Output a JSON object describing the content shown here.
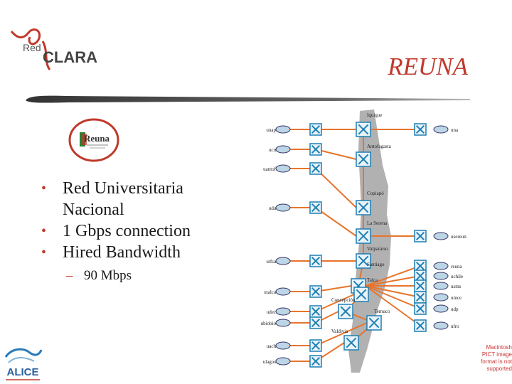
{
  "header": {
    "logo_text": "Red CLARA",
    "title": "REUNA"
  },
  "reuna_logo": {
    "text": "Reuna"
  },
  "bullets": [
    {
      "text": "Red Universitaria"
    },
    {
      "text": "Nacional"
    },
    {
      "text": "1 Gbps connection"
    },
    {
      "text": "Hired Bandwidth"
    }
  ],
  "sub_bullets": [
    {
      "text": "90 Mbps"
    }
  ],
  "network_map": {
    "city_labels": [
      "Iquique",
      "Antofagasta",
      "Copiapó",
      "La Serena",
      "Valparaíso",
      "Santiago",
      "Talca",
      "Concepción",
      "Temuco",
      "Valdivia"
    ],
    "left_nodes": [
      "unap",
      "ucn",
      "uantof",
      "uda",
      "utfsa",
      "utalca",
      "udec",
      "ubiobio",
      "uach",
      "ulagos"
    ],
    "right_nodes": [
      "una",
      "usereun",
      "reuna",
      "uchile",
      "usms",
      "umce",
      "udp",
      "ufro"
    ]
  },
  "footer": {
    "alice_logo_text": "ALICE",
    "pict_note": "Macintosh PICT image format is not supported"
  },
  "colors": {
    "accent": "#c0392b",
    "link": "#e8742c",
    "node": "#1f7fb3"
  }
}
